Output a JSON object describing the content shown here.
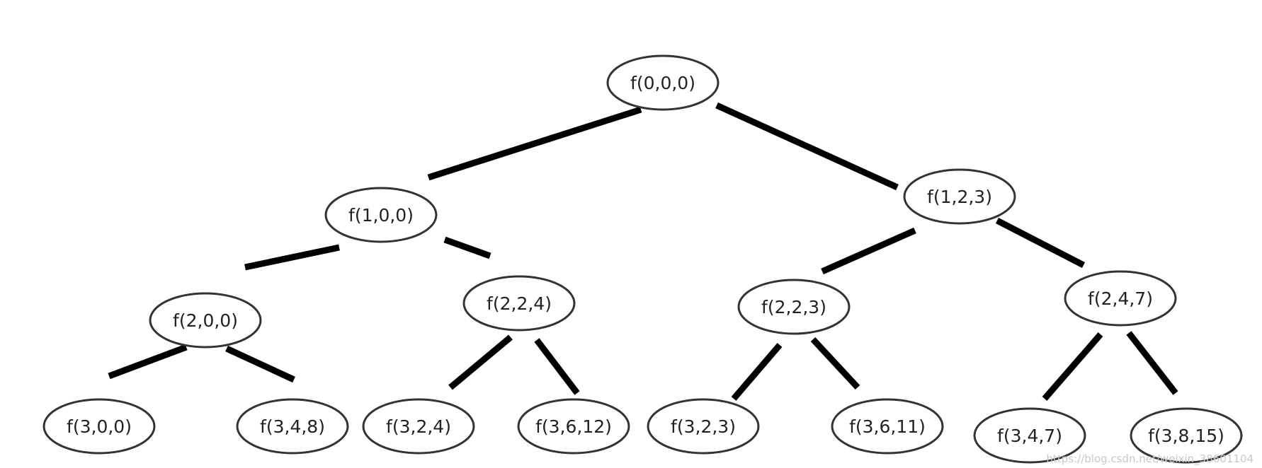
{
  "nodes": [
    {
      "id": "n000",
      "label": "f(0,0,0)"
    },
    {
      "id": "n100",
      "label": "f(1,0,0)"
    },
    {
      "id": "n123",
      "label": "f(1,2,3)"
    },
    {
      "id": "n200",
      "label": "f(2,0,0)"
    },
    {
      "id": "n224",
      "label": "f(2,2,4)"
    },
    {
      "id": "n223",
      "label": "f(2,2,3)"
    },
    {
      "id": "n247",
      "label": "f(2,4,7)"
    },
    {
      "id": "n300",
      "label": "f(3,0,0)"
    },
    {
      "id": "n348",
      "label": "f(3,4,8)"
    },
    {
      "id": "n324",
      "label": "f(3,2,4)"
    },
    {
      "id": "n3612",
      "label": "f(3,6,12)"
    },
    {
      "id": "n323",
      "label": "f(3,2,3)"
    },
    {
      "id": "n3611",
      "label": "f(3,6,11)"
    },
    {
      "id": "n347",
      "label": "f(3,4,7)"
    },
    {
      "id": "n3815",
      "label": "f(3,8,15)"
    }
  ],
  "edges": [
    {
      "from": "n000",
      "to": "n100"
    },
    {
      "from": "n000",
      "to": "n123"
    },
    {
      "from": "n100",
      "to": "n200"
    },
    {
      "from": "n100",
      "to": "n224"
    },
    {
      "from": "n123",
      "to": "n223"
    },
    {
      "from": "n123",
      "to": "n247"
    },
    {
      "from": "n200",
      "to": "n300"
    },
    {
      "from": "n200",
      "to": "n348"
    },
    {
      "from": "n224",
      "to": "n324"
    },
    {
      "from": "n224",
      "to": "n3612"
    },
    {
      "from": "n223",
      "to": "n323"
    },
    {
      "from": "n223",
      "to": "n3611"
    },
    {
      "from": "n247",
      "to": "n347"
    },
    {
      "from": "n247",
      "to": "n3815"
    }
  ],
  "watermark": "https://blog.csdn.net/weixin_38601104",
  "colors": {
    "edge": "#000000",
    "node_border": "#333333",
    "text": "#222222",
    "watermark": "#c8c8c8"
  }
}
